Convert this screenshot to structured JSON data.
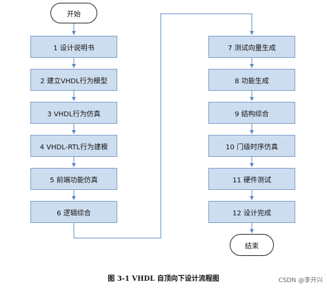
{
  "diagram": {
    "start_label": "开始",
    "end_label": "结束",
    "left_column": [
      "1 设计说明书",
      "2 建立VHDL行为模型",
      "3 VHDL行为仿真",
      "4 VHDL-RTL行为建模",
      "5 前端功能仿真",
      "6 逻辑综合"
    ],
    "right_column": [
      "7 测试向量生成",
      "8 功能生成",
      "9 结构综合",
      "10 门级时序仿真",
      "11 硬件测试",
      "12 设计完成"
    ],
    "caption": "图 3-1 VHDL 自顶向下设计流程图",
    "colors": {
      "box_fill": "#cdddf0",
      "box_border": "#7f9fc8",
      "connector": "#5b8cc6",
      "terminal_border": "#222222"
    }
  },
  "watermark": "CSDN @李开兴"
}
